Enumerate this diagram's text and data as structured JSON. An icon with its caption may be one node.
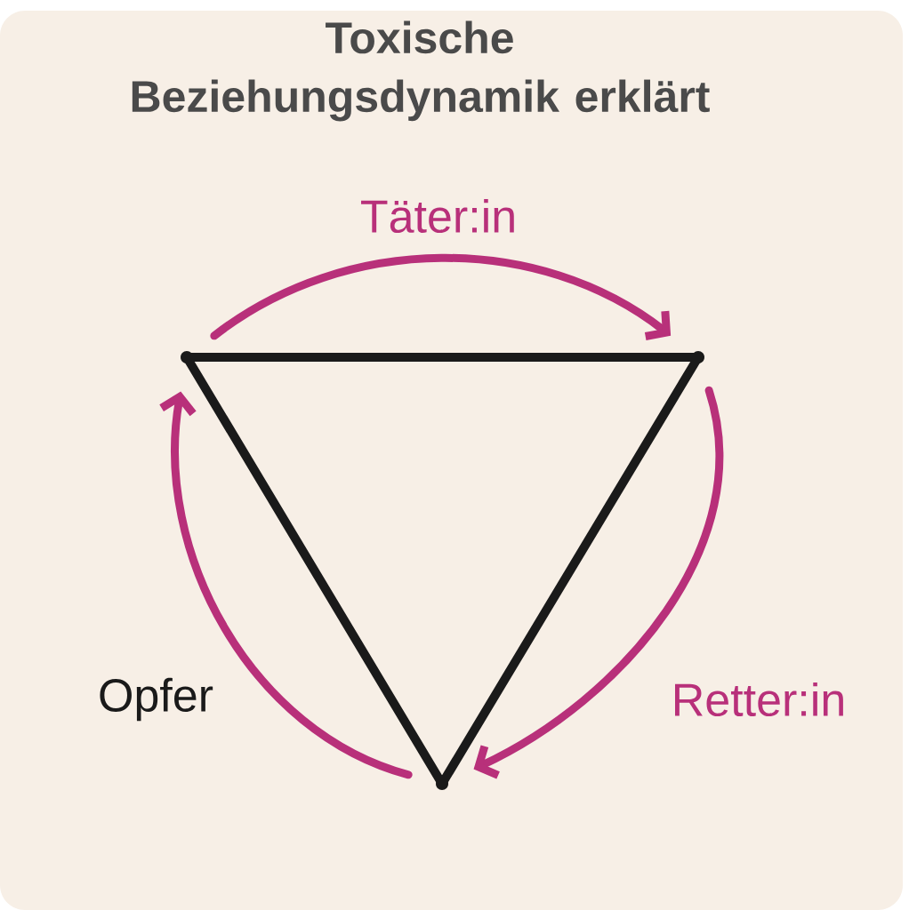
{
  "diagram": {
    "title": "Toxische Beziehungsdynamik erklärt",
    "nodes": [
      {
        "text": [],
        "shape": "point"
      },
      {
        "text": [],
        "shape": "point"
      },
      {
        "text": [],
        "shape": "point"
      }
    ],
    "edges": [
      {
        "from": 0,
        "to": 1,
        "arrow": "to",
        "label": "Täter:in",
        "color": "#b8307a"
      },
      {
        "from": 1,
        "to": 2,
        "arrow": "to",
        "label": "Retter:in",
        "color": "#b8307a"
      },
      {
        "from": 2,
        "to": 0,
        "arrow": "to",
        "label": "Opfer",
        "color": "#b8307a"
      }
    ]
  }
}
